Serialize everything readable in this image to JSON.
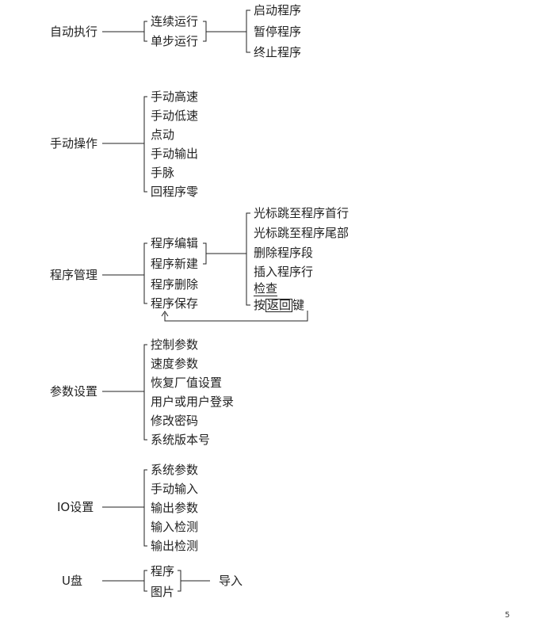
{
  "groups": {
    "auto": {
      "root": "自动执行",
      "modes": [
        "连续运行",
        "单步运行"
      ],
      "actions": [
        "启动程序",
        "暂停程序",
        "终止程序"
      ]
    },
    "manual": {
      "root": "手动操作",
      "items": [
        "手动高速",
        "手动低速",
        "点动",
        "手动输出",
        "手脉",
        "回程序零"
      ]
    },
    "program": {
      "root": "程序管理",
      "items": [
        "程序编辑",
        "程序新建",
        "程序删除",
        "程序保存"
      ],
      "edit_ops": [
        "光标跳至程序首行",
        "光标跳至程序尾部",
        "删除程序段",
        "插入程序行",
        "检查"
      ],
      "back_prefix": "按",
      "back_key": "返回",
      "back_suffix": "键"
    },
    "params": {
      "root": "参数设置",
      "items": [
        "控制参数",
        "速度参数",
        "恢复厂值设置",
        "用户或用户登录",
        "修改密码",
        "系统版本号"
      ]
    },
    "io": {
      "root": "IO设置",
      "items": [
        "系统参数",
        "手动输入",
        "输出参数",
        "输入检测",
        "输出检测"
      ]
    },
    "usb": {
      "root": "U盘",
      "items": [
        "程序",
        "图片"
      ],
      "action": "导入"
    }
  },
  "page_number": "5"
}
